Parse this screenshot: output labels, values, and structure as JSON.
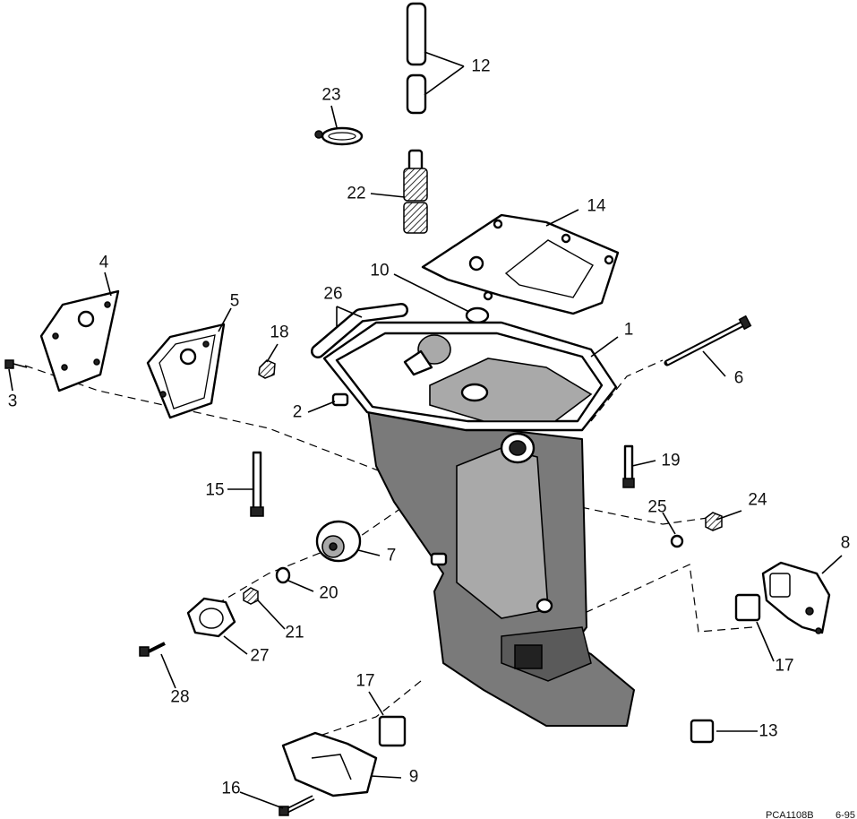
{
  "diagram": {
    "callouts": {
      "c1": "1",
      "c2": "2",
      "c3": "3",
      "c4": "4",
      "c5": "5",
      "c6": "6",
      "c7": "7",
      "c8": "8",
      "c9": "9",
      "c10": "10",
      "c12": "12",
      "c13": "13",
      "c14": "14",
      "c15": "15",
      "c16": "16",
      "c17a": "17",
      "c17b": "17",
      "c18": "18",
      "c19": "19",
      "c20": "20",
      "c21": "21",
      "c22": "22",
      "c23": "23",
      "c24": "24",
      "c25": "25",
      "c26": "26",
      "c27": "27",
      "c28": "28"
    },
    "drawing_code": "PCA1108B",
    "date_code": "6-95"
  }
}
